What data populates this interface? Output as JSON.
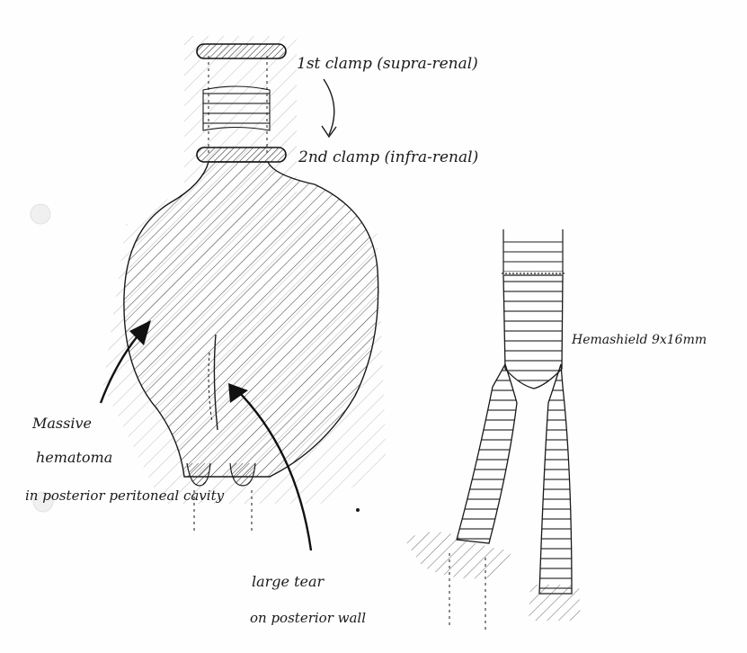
{
  "labels": {
    "clamp1": "1st clamp (supra-renal)",
    "clamp2": "2nd clamp (infra-renal)",
    "graft": "Hemashield 9x16mm",
    "hematoma_line1": "Massive",
    "hematoma_line2": "hematoma",
    "hematoma_line3": "in posterior peritoneal cavity",
    "tear_line1": "large tear",
    "tear_line2": "on posterior wall"
  },
  "colors": {
    "ink": "#1a1a1a",
    "paper": "#fefefe",
    "punch_hole": "#eeeeee"
  }
}
